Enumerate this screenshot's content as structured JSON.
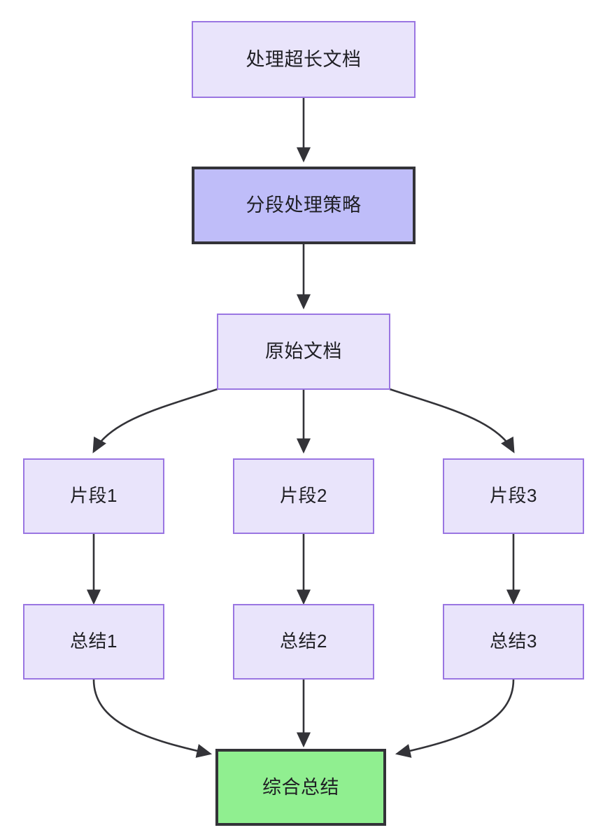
{
  "diagram": {
    "type": "flowchart",
    "direction": "top-to-bottom",
    "background_color": "#ffffff",
    "colors": {
      "node_fill": "#e9e4fb",
      "node_border": "#9a76e2",
      "highlight_fill": "#bfbdf9",
      "highlight_border": "#333338",
      "result_fill": "#90ef90",
      "result_border": "#333338",
      "edge_color": "#333338",
      "text_color": "#1f1f24"
    },
    "nodes": [
      {
        "id": "n1",
        "label": "处理超长文档",
        "style": "normal"
      },
      {
        "id": "n2",
        "label": "分段处理策略",
        "style": "highlight"
      },
      {
        "id": "n3",
        "label": "原始文档",
        "style": "normal"
      },
      {
        "id": "n4",
        "label": "片段1",
        "style": "normal"
      },
      {
        "id": "n5",
        "label": "片段2",
        "style": "normal"
      },
      {
        "id": "n6",
        "label": "片段3",
        "style": "normal"
      },
      {
        "id": "n7",
        "label": "总结1",
        "style": "normal"
      },
      {
        "id": "n8",
        "label": "总结2",
        "style": "normal"
      },
      {
        "id": "n9",
        "label": "总结3",
        "style": "normal"
      },
      {
        "id": "n10",
        "label": "综合总结",
        "style": "result"
      }
    ],
    "edges": [
      {
        "from": "处理超长文档",
        "to": "分段处理策略",
        "shape": "straight"
      },
      {
        "from": "分段处理策略",
        "to": "原始文档",
        "shape": "straight"
      },
      {
        "from": "原始文档",
        "to": "片段1",
        "shape": "curve"
      },
      {
        "from": "原始文档",
        "to": "片段2",
        "shape": "straight"
      },
      {
        "from": "原始文档",
        "to": "片段3",
        "shape": "curve"
      },
      {
        "from": "片段1",
        "to": "总结1",
        "shape": "straight"
      },
      {
        "from": "片段2",
        "to": "总结2",
        "shape": "straight"
      },
      {
        "from": "片段3",
        "to": "总结3",
        "shape": "straight"
      },
      {
        "from": "总结1",
        "to": "综合总结",
        "shape": "curve"
      },
      {
        "from": "总结2",
        "to": "综合总结",
        "shape": "straight"
      },
      {
        "from": "总结3",
        "to": "综合总结",
        "shape": "curve"
      }
    ]
  }
}
